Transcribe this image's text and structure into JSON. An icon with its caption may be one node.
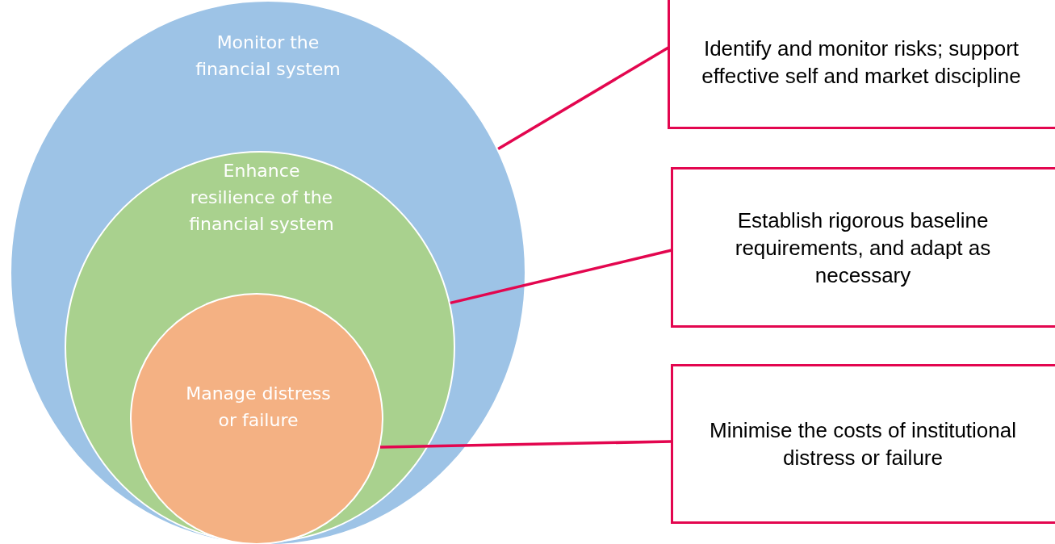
{
  "diagram": {
    "nodes": [
      {
        "text": [
          "Monitor the financial system"
        ]
      },
      {
        "text": [
          "Enhance resilience of the  financial system"
        ],
        "in": 0
      },
      {
        "text": [
          "Manage distress or failure"
        ],
        "in": 1
      },
      {
        "text": [
          "Identify and monitor risks; support effective self and market discipline"
        ]
      },
      {
        "text": [
          "Establish rigorous baseline requirements, and adapt as necessary"
        ]
      },
      {
        "text": [
          "Minimise the costs of institutional distress or failure"
        ]
      }
    ],
    "edges": [
      {
        "from": 3,
        "to": 0,
        "arrow": "none"
      },
      {
        "from": 4,
        "to": 1,
        "arrow": "none"
      },
      {
        "from": 5,
        "to": 2,
        "arrow": "none"
      }
    ]
  }
}
